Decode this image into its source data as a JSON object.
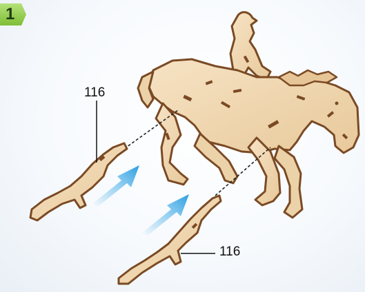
{
  "step": {
    "number": "1",
    "badge_color": "#8dc63f"
  },
  "callouts": {
    "top_part": "116",
    "bottom_part": "116"
  },
  "colors": {
    "wood": "#f0d8b4",
    "wood_edge": "#7a4a24",
    "arrow": "#3ca9e6"
  }
}
